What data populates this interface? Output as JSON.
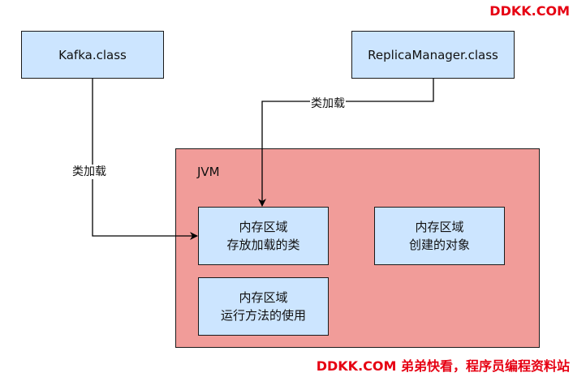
{
  "watermarks": {
    "top": "DDKK.COM",
    "bottom": "DDKK.COM 弟弟快看，程序员编程资料站"
  },
  "nodes": {
    "kafka_class": "Kafka.class",
    "replica_manager_class": "ReplicaManager.class",
    "jvm": "JVM",
    "method_area_line1": "内存区域",
    "method_area_line2": "存放加载的类",
    "heap_line1": "内存区域",
    "heap_line2": "创建的对象",
    "stack_line1": "内存区域",
    "stack_line2": "运行方法的使用"
  },
  "edges": {
    "kafka_load_label": "类加载",
    "replica_load_label": "类加载"
  },
  "colors": {
    "class_box_fill": "#cce5ff",
    "jvm_fill": "#f19c99",
    "watermark": "#e60012"
  }
}
